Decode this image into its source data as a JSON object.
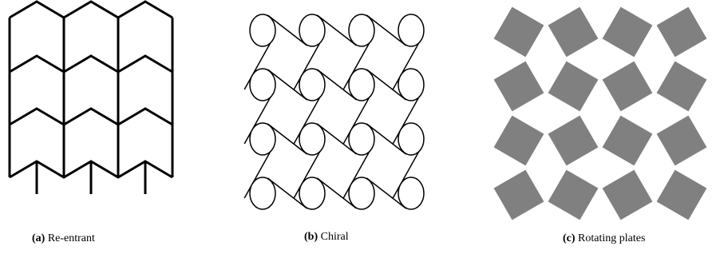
{
  "panels": [
    {
      "id": "a",
      "tag": "(a)",
      "caption": "Re-entrant"
    },
    {
      "id": "b",
      "tag": "(b)",
      "caption": "Chiral"
    },
    {
      "id": "c",
      "tag": "(c)",
      "caption": "Rotating plates"
    }
  ],
  "colors": {
    "stroke": "#000000",
    "plate_fill": "#808080",
    "background": "#ffffff"
  }
}
